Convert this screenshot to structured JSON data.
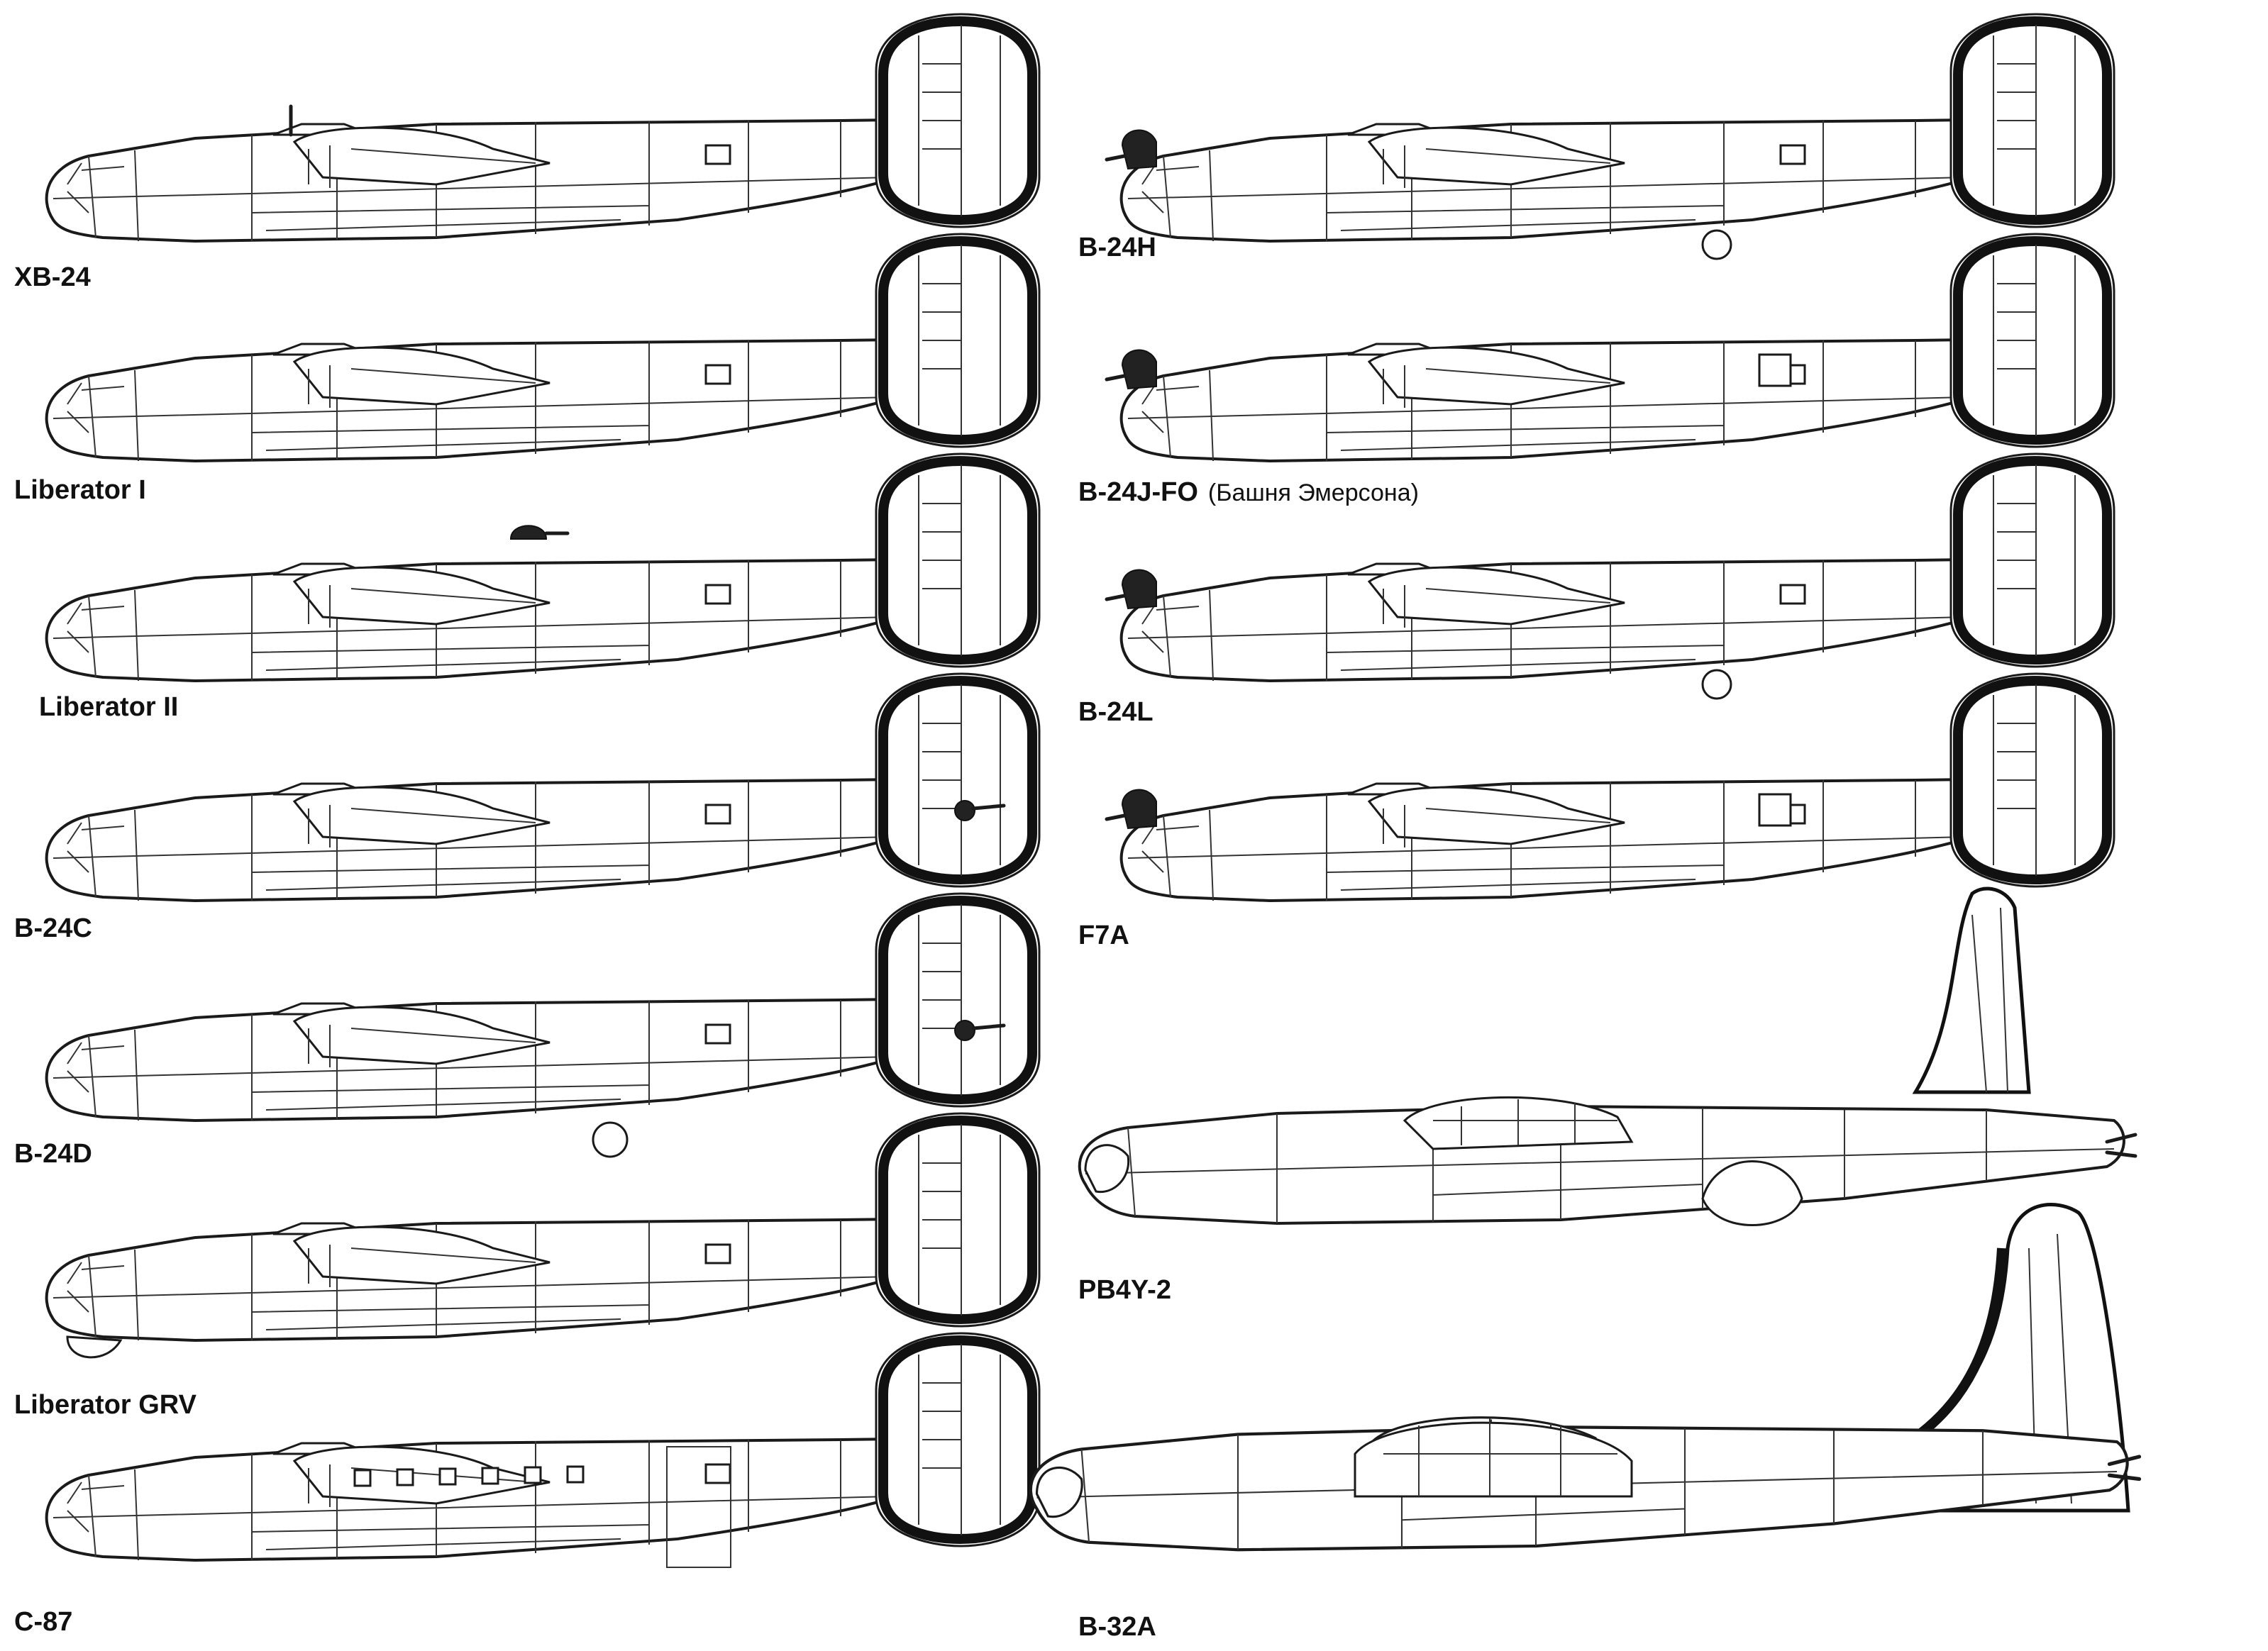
{
  "labels": {
    "xb24": "XB-24",
    "liberator1": "Liberator I",
    "liberator2": "Liberator II",
    "b24c": "B-24C",
    "b24d": "B-24D",
    "liberatorGrv": "Liberator GRV",
    "c87": "C-87",
    "b24h": "B-24H",
    "b24jfo": "B-24J-FO",
    "b24jfoNote": "(Башня Эмерсона)",
    "b24l": "B-24L",
    "f7a": "F7A",
    "pb4y2": "PB4Y-2",
    "b32a": "B-32A"
  }
}
